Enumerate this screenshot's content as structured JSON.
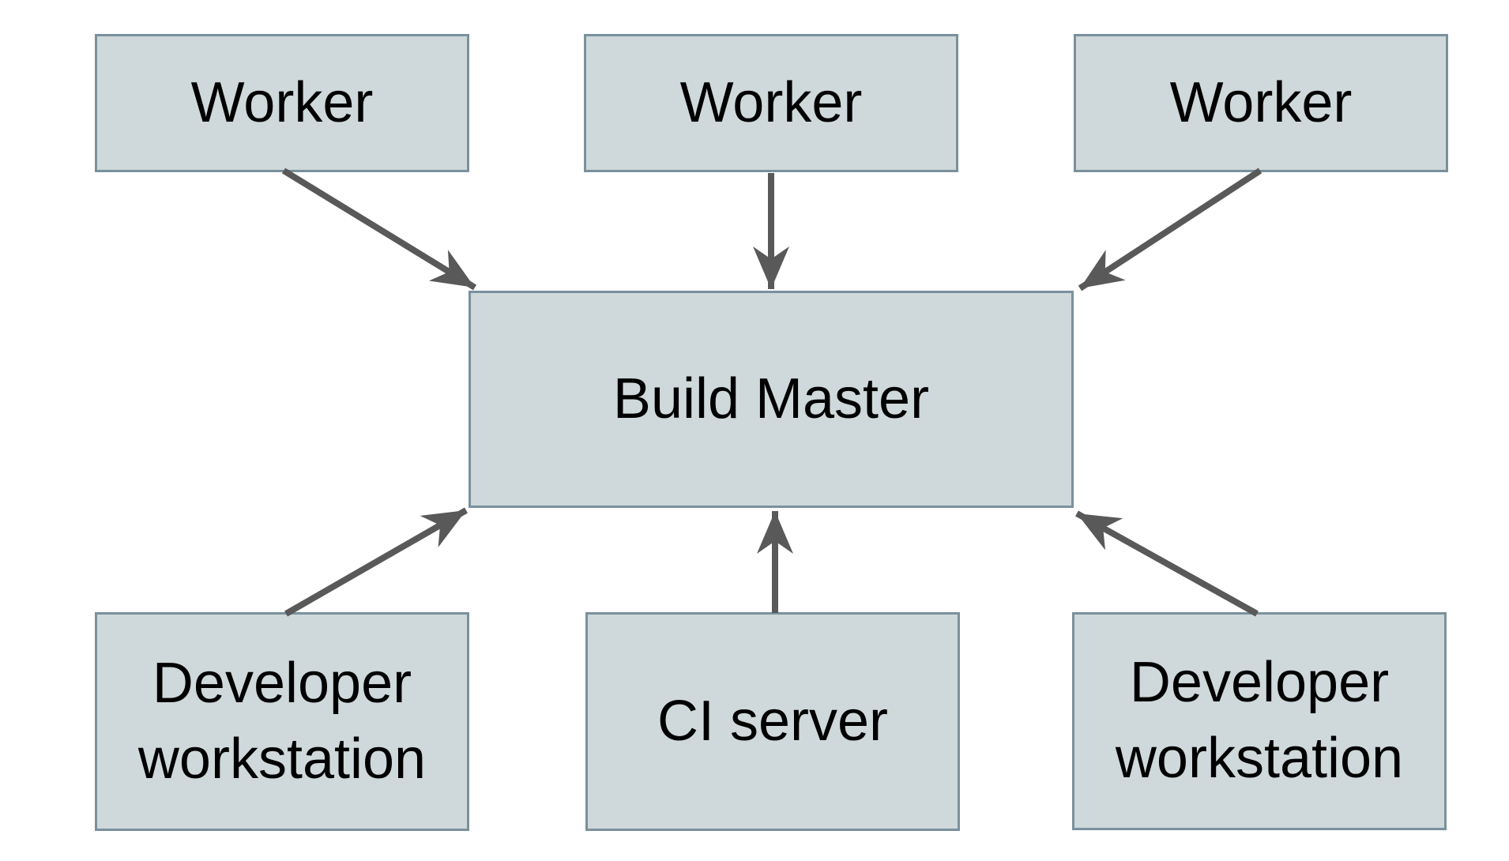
{
  "diagram": {
    "title_implicit": "Build system architecture",
    "nodes": {
      "worker_top_left": {
        "label": "Worker"
      },
      "worker_top_center": {
        "label": "Worker"
      },
      "worker_top_right": {
        "label": "Worker"
      },
      "build_master": {
        "label": "Build Master"
      },
      "developer_workstation_left": {
        "label": "Developer workstation"
      },
      "ci_server": {
        "label": "CI server"
      },
      "developer_workstation_right": {
        "label": "Developer workstation"
      }
    },
    "edges": [
      {
        "from": "worker_top_left",
        "to": "build_master"
      },
      {
        "from": "worker_top_center",
        "to": "build_master"
      },
      {
        "from": "worker_top_right",
        "to": "build_master"
      },
      {
        "from": "developer_workstation_left",
        "to": "build_master"
      },
      {
        "from": "ci_server",
        "to": "build_master"
      },
      {
        "from": "developer_workstation_right",
        "to": "build_master"
      }
    ],
    "colors": {
      "background": "#ffffff",
      "node_fill": "#cfd8da",
      "node_border": "#7a919d",
      "arrow": "#595959",
      "text": "#000000"
    }
  }
}
